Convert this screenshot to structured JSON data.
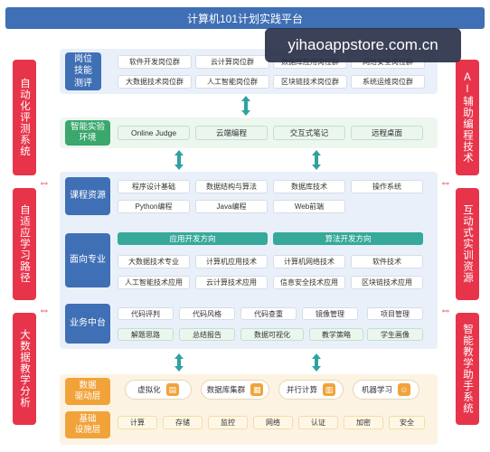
{
  "title": "计算机101计划实践平台",
  "watermark": "yihaoappstore.com.cn",
  "left_pillars": [
    "自动化评测系统",
    "自适应学习路径",
    "大数据教学分析"
  ],
  "right_pillars": [
    "AI辅助编程技术",
    "互动式实训资源",
    "智能教学助手系统"
  ],
  "rows": {
    "skill_eval": {
      "label": "岗位\n技能\n测评",
      "items": [
        "软件开发岗位群",
        "云计算岗位群",
        "数据库应用岗位群",
        "网络安全岗位群",
        "大数据技术岗位群",
        "人工智能岗位群",
        "区块链技术岗位群",
        "系统运维岗位群"
      ]
    },
    "lab_env": {
      "label": "智能实验\n环境",
      "items": [
        "Online Judge",
        "云端编程",
        "交互式笔记",
        "远程桌面"
      ]
    },
    "courses": {
      "label": "课程资源",
      "items": [
        "程序设计基础",
        "数据结构与算法",
        "数据库技术",
        "操作系统",
        "Python编程",
        "Java编程",
        "Web前端"
      ]
    },
    "majors": {
      "label": "面向专业",
      "app_head": "应用开发方向",
      "algo_head": "算法开发方向",
      "items": [
        "大数据技术专业",
        "计算机应用技术",
        "计算机网络技术",
        "软件技术",
        "人工智能技术应用",
        "云计算技术应用",
        "信息安全技术应用",
        "区块链技术应用"
      ]
    },
    "middle": {
      "label": "业务中台",
      "items1": [
        "代码评判",
        "代码风格",
        "代码查重",
        "镜像管理",
        "项目管理"
      ],
      "items2": [
        "解题思路",
        "总结报告",
        "数据可视化",
        "教学策略",
        "学生画像"
      ]
    },
    "data_driver": {
      "label": "数据\n驱动层",
      "items": [
        {
          "text": "虚拟化",
          "icon": "▤"
        },
        {
          "text": "数据库集群",
          "icon": "▦"
        },
        {
          "text": "并行计算",
          "icon": "▥"
        },
        {
          "text": "机器学习",
          "icon": "☺"
        }
      ]
    },
    "infra": {
      "label": "基础\n设施层",
      "items": [
        "计算",
        "存储",
        "监控",
        "网络",
        "认证",
        "加密",
        "安全"
      ]
    }
  }
}
